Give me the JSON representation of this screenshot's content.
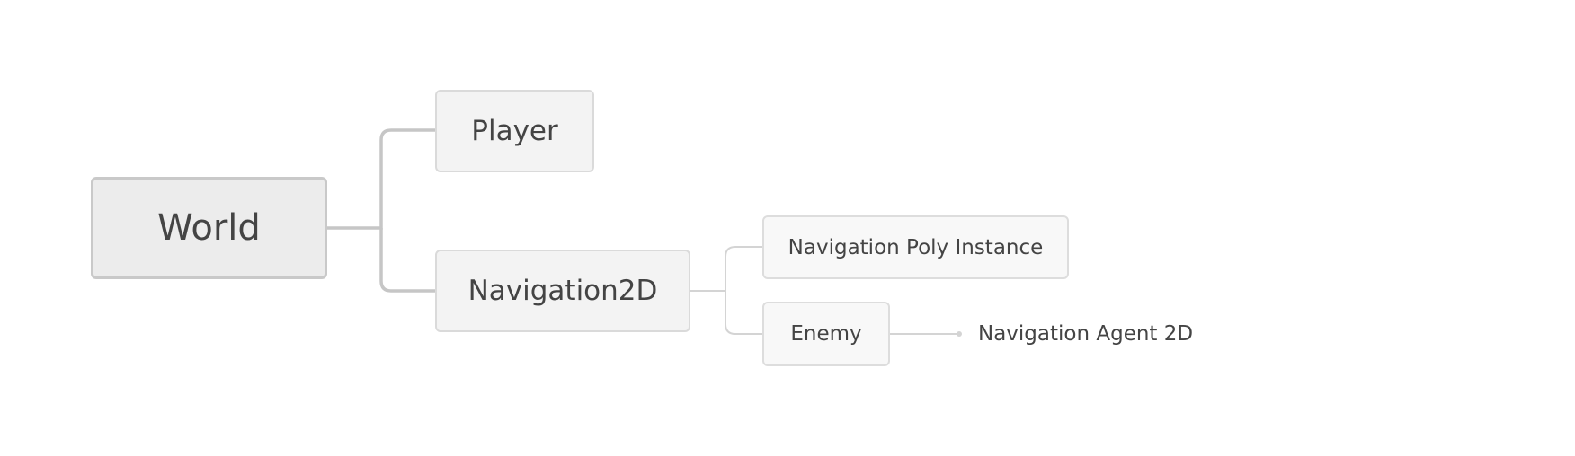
{
  "diagram": {
    "root": {
      "label": "World"
    },
    "children": {
      "player": {
        "label": "Player"
      },
      "navigation2d": {
        "label": "Navigation2D",
        "children": {
          "nav_poly_instance": {
            "label": "Navigation Poly Instance"
          },
          "enemy": {
            "label": "Enemy",
            "children": {
              "nav_agent": {
                "label": "Navigation Agent 2D"
              }
            }
          }
        }
      }
    },
    "colors": {
      "root_fill": "#ececec",
      "root_border": "#c9c9c9",
      "level1_fill": "#f3f3f3",
      "level2_fill": "#f8f8f8",
      "connector": "#c6c6c6",
      "text": "#444444"
    }
  }
}
